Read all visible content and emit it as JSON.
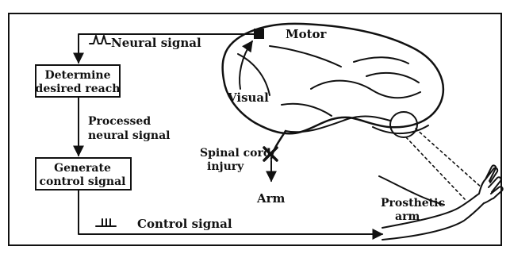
{
  "labels": {
    "neural_signal": "Neural signal",
    "motor": "Motor",
    "visual": "Visual",
    "determine_line1": "Determine",
    "determine_line2": "desired reach",
    "processed_line1": "Processed",
    "processed_line2": "neural signal",
    "generate_line1": "Generate",
    "generate_line2": "control signal",
    "spinal_line1": "Spinal cord",
    "spinal_line2": "injury",
    "arm": "Arm",
    "prosthetic_line1": "Prosthetic",
    "prosthetic_line2": "arm",
    "control_signal": "Control signal"
  },
  "colors": {
    "ink": "#111111",
    "background": "#ffffff"
  }
}
